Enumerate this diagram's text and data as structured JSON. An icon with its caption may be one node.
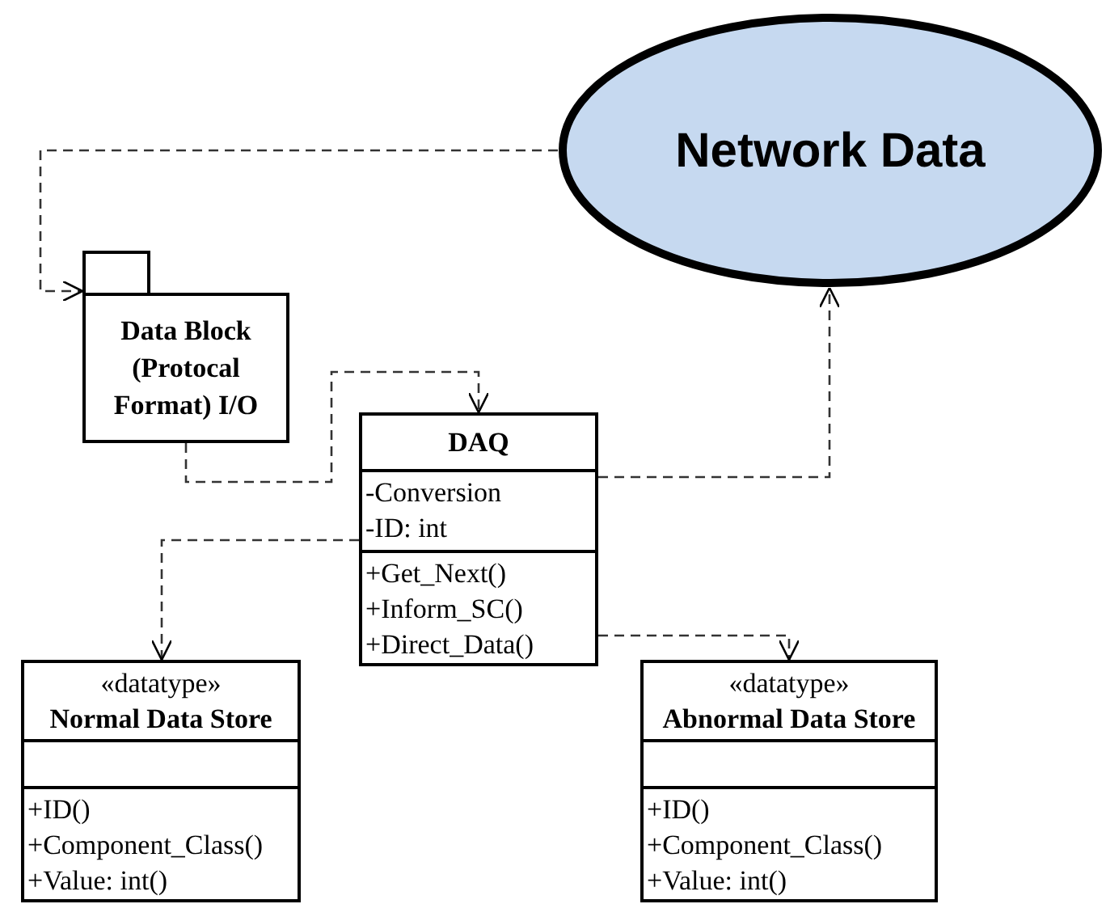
{
  "diagram": {
    "nodes": [
      {
        "text": [
          "Network Data"
        ]
      },
      {
        "text": [
          "Data Block (Protocal Format) I/O"
        ]
      },
      {
        "text": [
          "DAQ",
          "-Conversion",
          "-ID: int",
          "+Get_Next()",
          "+Inform_SC()",
          "+Direct_Data()"
        ]
      },
      {
        "text": [
          "«datatype»",
          "Normal Data Store",
          "+ID()",
          "+Component_Class()",
          "+Value: int()"
        ]
      },
      {
        "text": [
          "«datatype»",
          "Abnormal Data Store",
          "+ID()",
          "+Component_Class()",
          "+Value: int()"
        ]
      }
    ],
    "edges": [
      {
        "from": 0,
        "to": 1,
        "arrow": "to",
        "style": "dashed"
      },
      {
        "from": 1,
        "to": 2,
        "arrow": "to",
        "style": "dashed"
      },
      {
        "from": 2,
        "to": 0,
        "arrow": "to",
        "style": "dashed"
      },
      {
        "from": 2,
        "to": 3,
        "arrow": "to",
        "style": "dashed"
      },
      {
        "from": 2,
        "to": 4,
        "arrow": "to",
        "style": "dashed"
      }
    ]
  }
}
